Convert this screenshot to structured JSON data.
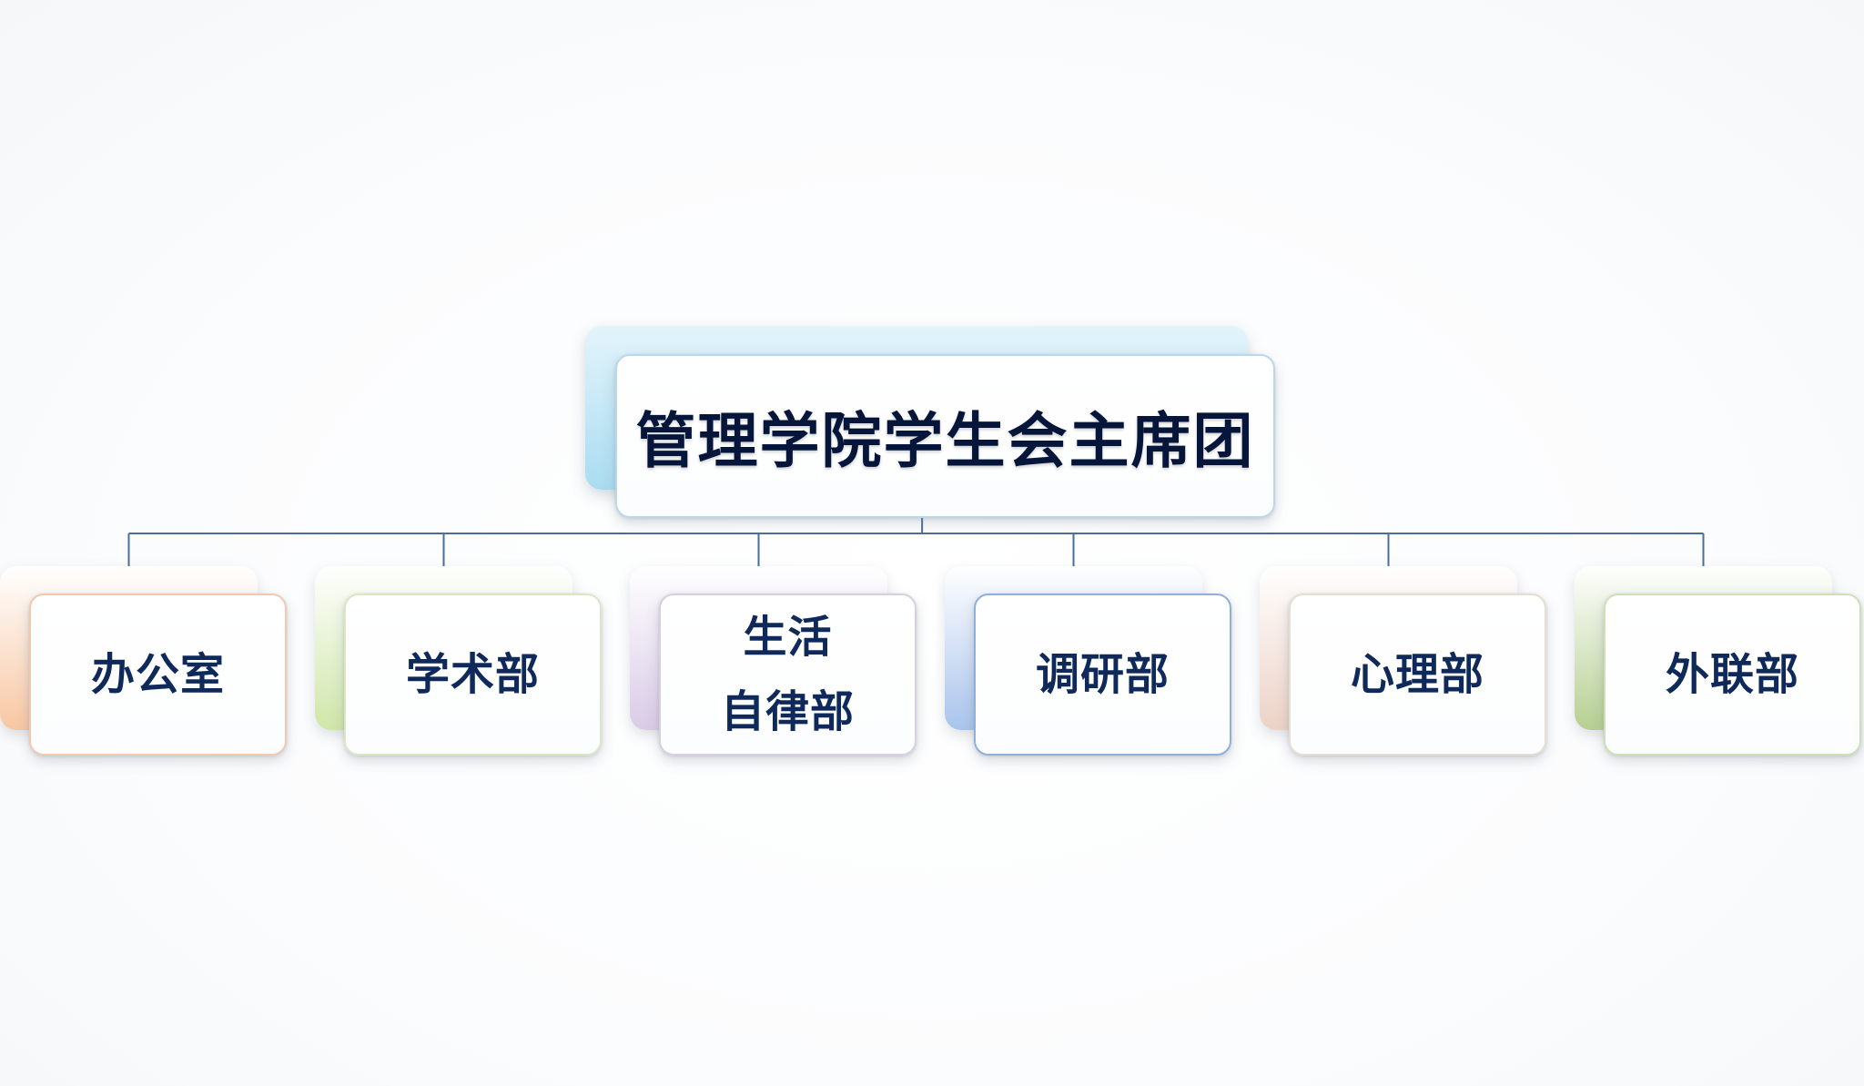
{
  "root": {
    "label": "管理学院学生会主席团",
    "accent": "#a9dcf0"
  },
  "departments": [
    {
      "lines": [
        "办公室"
      ],
      "accent": "#f7c7a3",
      "border": "#f0c9b0"
    },
    {
      "lines": [
        "学术部"
      ],
      "accent": "#cfe6a8",
      "border": "#d9e7c4"
    },
    {
      "lines": [
        "生活",
        "自律部"
      ],
      "accent": "#d9cbe6",
      "border": "#d8cfe0"
    },
    {
      "lines": [
        "调研部"
      ],
      "accent": "#a9c4ec",
      "border": "#8fb0dc"
    },
    {
      "lines": [
        "心理部"
      ],
      "accent": "#ecd2c6",
      "border": "#e6ded2"
    },
    {
      "lines": [
        "外联部"
      ],
      "accent": "#b6cf92",
      "border": "#cfe0b6"
    }
  ],
  "connector_color": "#4a6e9a"
}
